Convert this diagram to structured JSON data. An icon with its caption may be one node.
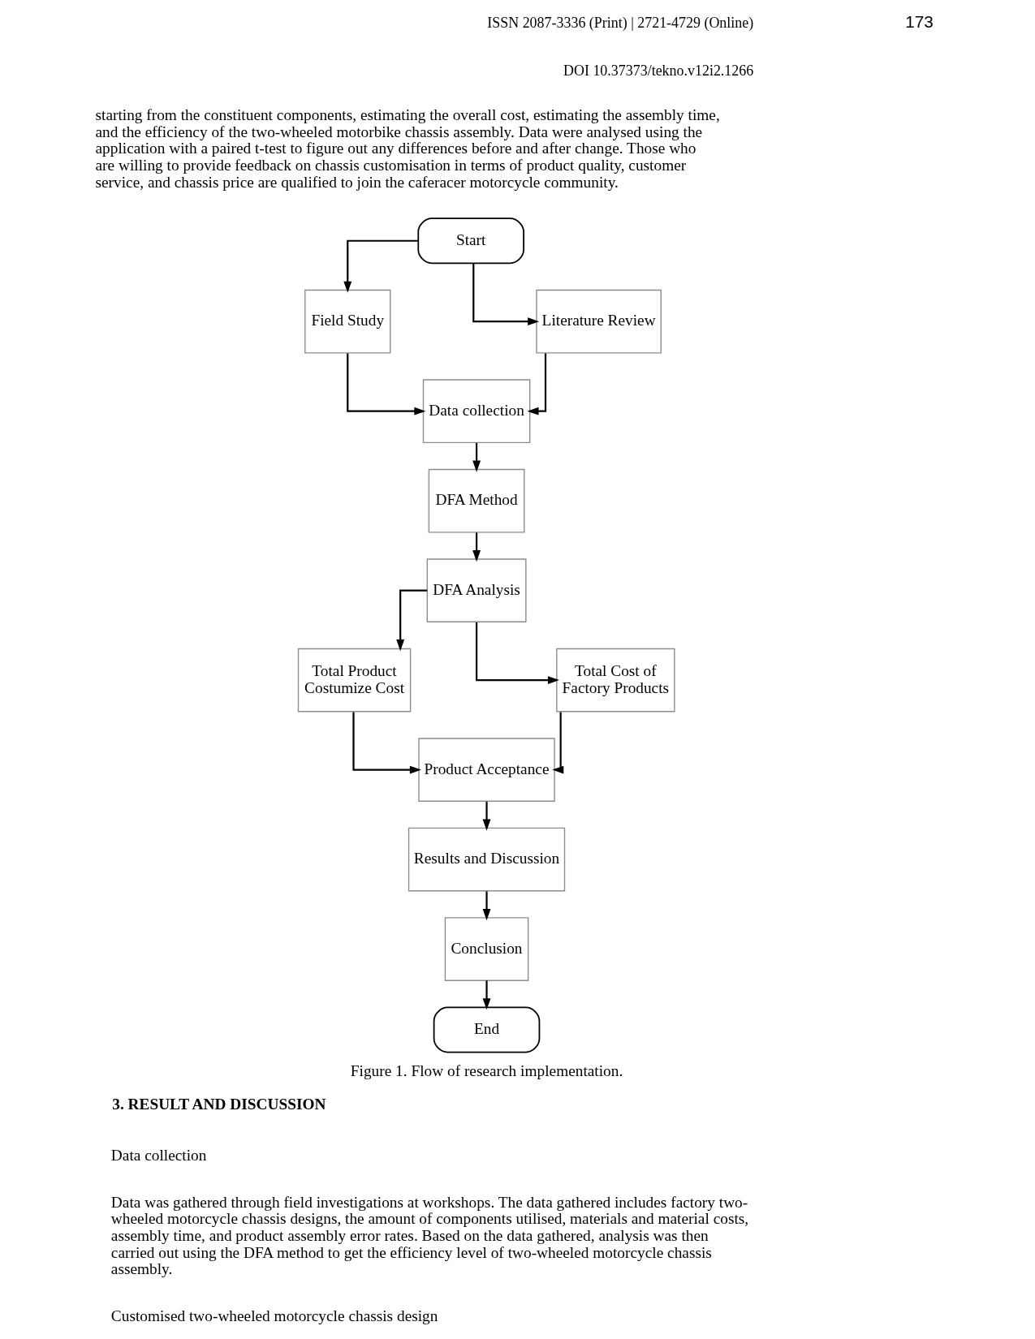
{
  "diagram": {
    "caption": "Figure 1. Flow of research implementation.",
    "nodes": [
      {
        "text": [
          "Start"
        ]
      },
      {
        "text": [
          "Field Study"
        ]
      },
      {
        "text": [
          "Literature Review"
        ]
      },
      {
        "text": [
          "Data collection"
        ]
      },
      {
        "text": [
          "DFA Method"
        ]
      },
      {
        "text": [
          "DFA Analysis"
        ]
      },
      {
        "text": [
          "Total Product Costumize Cost"
        ]
      },
      {
        "text": [
          "Total Cost of Factory Products"
        ]
      },
      {
        "text": [
          "Product Acceptance"
        ]
      },
      {
        "text": [
          "Results and Discussion"
        ]
      },
      {
        "text": [
          "Conclusion"
        ]
      },
      {
        "text": [
          "End"
        ]
      }
    ],
    "edges": [
      {
        "from": 0,
        "to": 1,
        "arrow": "to"
      },
      {
        "from": 0,
        "to": 2,
        "arrow": "to"
      },
      {
        "from": 1,
        "to": 3,
        "arrow": "to"
      },
      {
        "from": 2,
        "to": 3,
        "arrow": "to"
      },
      {
        "from": 3,
        "to": 4,
        "arrow": "to"
      },
      {
        "from": 4,
        "to": 5,
        "arrow": "to"
      },
      {
        "from": 5,
        "to": 6,
        "arrow": "to"
      },
      {
        "from": 5,
        "to": 7,
        "arrow": "to"
      },
      {
        "from": 6,
        "to": 8,
        "arrow": "to"
      },
      {
        "from": 7,
        "to": 8,
        "arrow": "to"
      },
      {
        "from": 8,
        "to": 9,
        "arrow": "to"
      },
      {
        "from": 9,
        "to": 10,
        "arrow": "to"
      },
      {
        "from": 10,
        "to": 11,
        "arrow": "to"
      }
    ],
    "labels": [
      "ISSN 2087-3336 (Print) | 2721-4729 (Online)",
      "173",
      "DOI 10.37373/tekno.v12i2.1266",
      "starting from the constituent components, estimating the overall cost, estimating the assembly time, and the efficiency of the two-wheeled motorbike chassis assembly. Data were analysed using the application with a paired t-test to figure out any differences before and after change. Those who are willing to provide feedback on chassis customisation in terms of product quality, customer service, and chassis price are qualified to join the caferacer motorcycle community.",
      "3. RESULT AND DISCUSSION",
      "Data collection",
      "Data was gathered through field investigations at workshops. The data gathered includes factory two-wheeled motorcycle chassis designs, the amount of components utilised, materials and material costs, assembly time, and product assembly error rates. Based on the data gathered, analysis was then carried out using the DFA method to get the efficiency level of two-wheeled motorcycle chassis assembly.",
      "Customised two-wheeled motorcycle chassis design"
    ]
  }
}
